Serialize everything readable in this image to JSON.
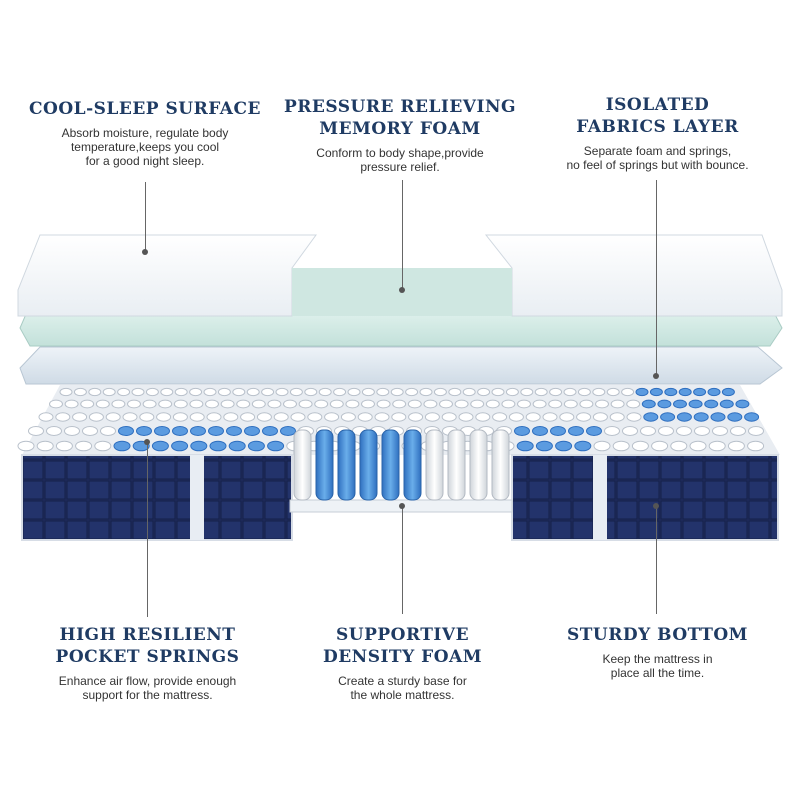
{
  "callouts": {
    "cool_sleep": {
      "title": "COOL-SLEEP SURFACE",
      "desc_lines": [
        "Absorb moisture, regulate body",
        "temperature,keeps you cool",
        "for a good night sleep."
      ]
    },
    "memory_foam": {
      "title_lines": [
        "PRESSURE RELIEVING",
        "MEMORY FOAM"
      ],
      "desc_lines": [
        "Conform to body shape,provide",
        "pressure relief."
      ]
    },
    "fabrics_layer": {
      "title_lines": [
        "ISOLATED",
        "FABRICS LAYER"
      ],
      "desc_lines": [
        "Separate foam and springs,",
        "no feel of springs but with bounce."
      ]
    },
    "pocket_springs": {
      "title_lines": [
        "HIGH RESILIENT",
        "POCKET SPRINGS"
      ],
      "desc_lines": [
        "Enhance air flow, provide enough",
        "support for the mattress."
      ]
    },
    "density_foam": {
      "title_lines": [
        "SUPPORTIVE",
        "DENSITY FOAM"
      ],
      "desc_lines": [
        "Create a sturdy base for",
        "the whole mattress."
      ]
    },
    "sturdy_bottom": {
      "title": "STURDY BOTTOM",
      "desc_lines": [
        "Keep the mattress in",
        "place all the time."
      ]
    }
  },
  "colors": {
    "title_navy": "#1f3b63",
    "mattress_navy": "#1e2b5c",
    "spring_blue": "#4a8fd6",
    "memory_foam_mint": "#d6ede8",
    "fabric_layer": "#dde8f0"
  }
}
